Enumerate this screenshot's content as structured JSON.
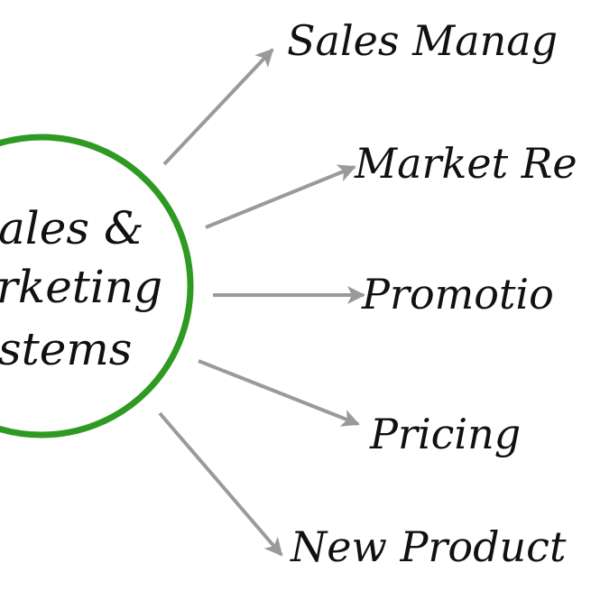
{
  "center": {
    "lines": [
      "ales &",
      "rketing",
      "stems"
    ],
    "ring_color": "#2e9a22"
  },
  "arrow_color": "#9a9a9a",
  "branches": [
    {
      "label": "Sales Manag"
    },
    {
      "label": "Market Re"
    },
    {
      "label": "Promotio"
    },
    {
      "label": "Pricing"
    },
    {
      "label": "New Product"
    }
  ]
}
